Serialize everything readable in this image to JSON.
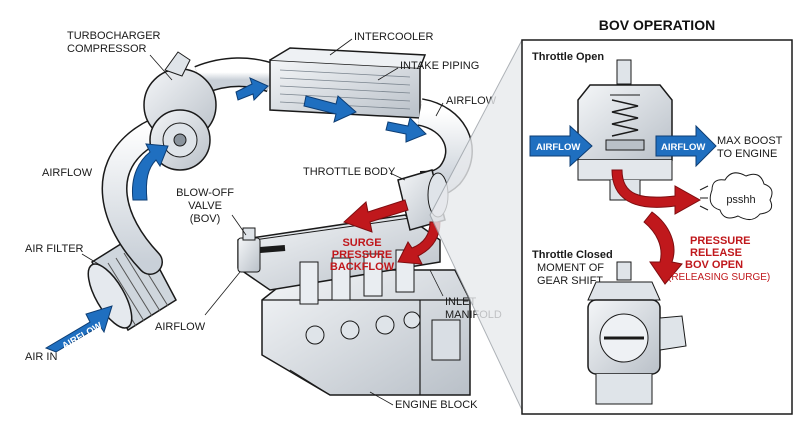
{
  "labels": {
    "turbo_line1": "TURBOCHARGER",
    "turbo_line2": "COMPRESSOR",
    "intercooler": "INTERCOOLER",
    "intake_piping": "INTAKE PIPING",
    "airflow_right": "AIRFLOW",
    "airflow_left": "AIRFLOW",
    "throttle_body": "THROTTLE BODY",
    "bov_line1": "BLOW-OFF",
    "bov_line2": "VALVE",
    "bov_line3": "(BOV)",
    "surge_line1": "SURGE",
    "surge_line2": "PRESSURE",
    "surge_line3": "BACKFLOW",
    "air_filter": "AIR FILTER",
    "airflow_inlet_arrow": "AIRFLOW",
    "air_in": "AIR IN",
    "airflow_bottom": "AIRFLOW",
    "inlet_line1": "INLET",
    "inlet_line2": "MANIFOLD",
    "engine_block": "ENGINE BLOCK"
  },
  "panel": {
    "title": "BOV OPERATION",
    "throttle_open": "Throttle Open",
    "airflow_in": "AIRFLOW",
    "airflow_out": "AIRFLOW",
    "max_boost_line1": "MAX BOOST",
    "max_boost_line2": "TO ENGINE",
    "psshh": "psshh",
    "throttle_closed": "Throttle Closed",
    "moment_line1": "MOMENT OF",
    "moment_line2": "GEAR SHIFT",
    "release_line1": "PRESSURE",
    "release_line2": "RELEASE",
    "release_line3": "BOV OPEN",
    "release_line4": "(RELEASING SURGE)"
  },
  "colors": {
    "flow_blue": "#1f6fc0",
    "surge_red": "#c0181c",
    "outline": "#1a1a1a"
  }
}
